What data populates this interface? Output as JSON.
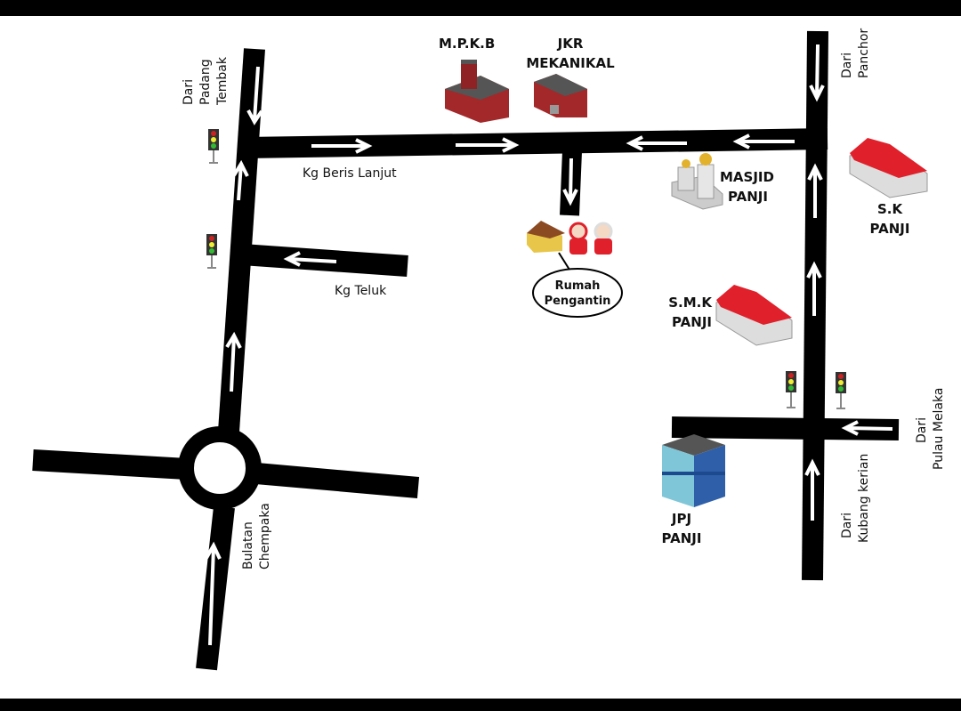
{
  "labels": {
    "padang_tembak": [
      "Dari",
      "Padang",
      "Tembak"
    ],
    "kg_beris_lanjut": "Kg Beris Lanjut",
    "kg_teluk": "Kg Teluk",
    "bulatan_chempaka": [
      "Bulatan",
      "Chempaka"
    ],
    "panchor": [
      "Dari",
      "Panchor"
    ],
    "pulau_melaka": [
      "Dari",
      "Pulau Melaka"
    ],
    "kubang_kerian": [
      "Dari",
      "Kubang kerian"
    ]
  },
  "landmarks": {
    "mpkb": "M.P.K.B",
    "jkr": [
      "JKR",
      "MEKANIKAL"
    ],
    "masjid": [
      "MASJID",
      "PANJI"
    ],
    "sk": [
      "S.K",
      "PANJI"
    ],
    "smk": [
      "S.M.K",
      "PANJI"
    ],
    "jpj": [
      "JPJ",
      "PANJI"
    ],
    "rumah": [
      "Rumah",
      "Pengantin"
    ]
  },
  "colors": {
    "road": "#000000",
    "roof_red": "#e0202a",
    "brick": "#a3282a",
    "jpj_blue": "#2f5fa8"
  }
}
